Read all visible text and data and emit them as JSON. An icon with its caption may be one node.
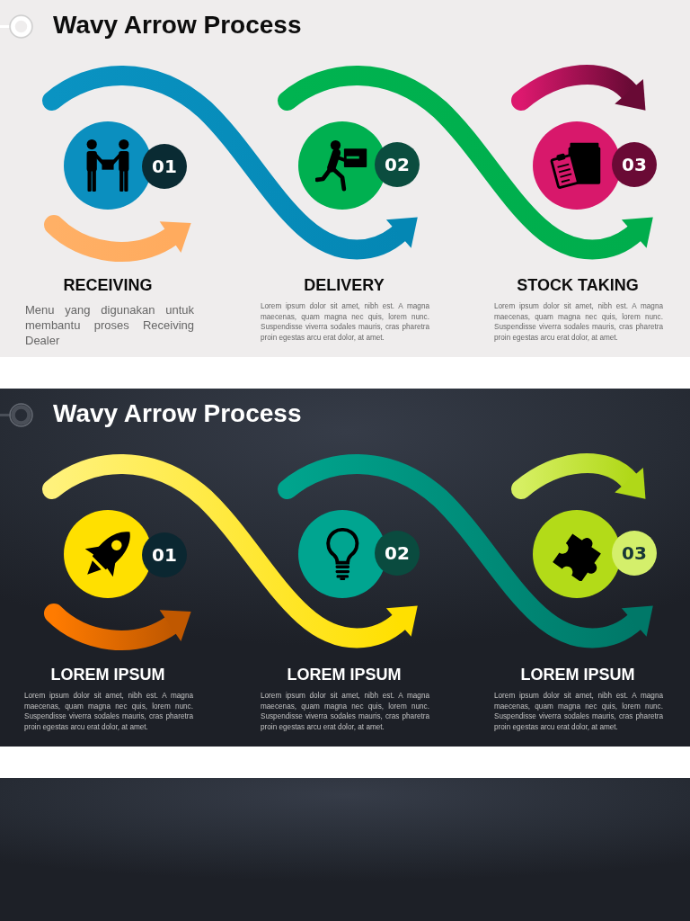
{
  "diagram": {
    "nodes": [
      {
        "text": [
          "Wavy Arrow Process"
        ]
      },
      {
        "text": [],
        "shape": "circle",
        "in": 0
      },
      {
        "text": [
          "01"
        ],
        "in": 0
      },
      {
        "text": [],
        "shape": "circle",
        "in": 0
      },
      {
        "text": [
          "02"
        ],
        "in": 0
      },
      {
        "text": [],
        "shape": "circle",
        "in": 0
      },
      {
        "text": [
          "03"
        ],
        "in": 0
      },
      {
        "text": [
          "Wavy Arrow Process"
        ]
      },
      {
        "text": [],
        "shape": "circle",
        "in": 7
      },
      {
        "text": [
          "01"
        ],
        "in": 7
      },
      {
        "text": [],
        "shape": "circle",
        "in": 7
      },
      {
        "text": [
          "02"
        ],
        "in": 7
      },
      {
        "text": [],
        "shape": "circle",
        "in": 7
      },
      {
        "text": [
          "03"
        ],
        "in": 7
      }
    ],
    "labels": [
      "RECEIVING",
      "Menu yang digunakan untuk membantu proses Receiving Dealer",
      "DELIVERY",
      "Lorem ipsum dolor sit amet, nibh est. A magna maecenas, quam magna nec quis, lorem nunc. Suspendisse viverra sodales mauris, cras pharetra proin egestas arcu erat dolor, at amet.",
      "STOCK TAKING",
      "Lorem ipsum dolor sit amet, nibh est. A magna maecenas, quam magna nec quis, lorem nunc. Suspendisse viverra sodales mauris, cras pharetra proin egestas arcu erat dolor, at amet.",
      "LOREM IPSUM",
      "Lorem ipsum dolor sit amet, nibh est. A magna maecenas, quam magna nec quis, lorem nunc. Suspendisse viverra sodales mauris, cras pharetra proin egestas arcu erat dolor, at amet.",
      "LOREM IPSUM",
      "Lorem ipsum dolor sit amet, nibh est. A magna maecenas, quam magna nec quis, lorem nunc. Suspendisse viverra sodales mauris, cras pharetra proin egestas arcu erat dolor, at amet.",
      "LOREM IPSUM",
      "Lorem ipsum dolor sit amet, nibh est. A magna maecenas, quam magna nec quis, lorem nunc. Suspendisse viverra sodales mauris, cras pharetra proin egestas arcu erat dolor, at amet."
    ]
  }
}
